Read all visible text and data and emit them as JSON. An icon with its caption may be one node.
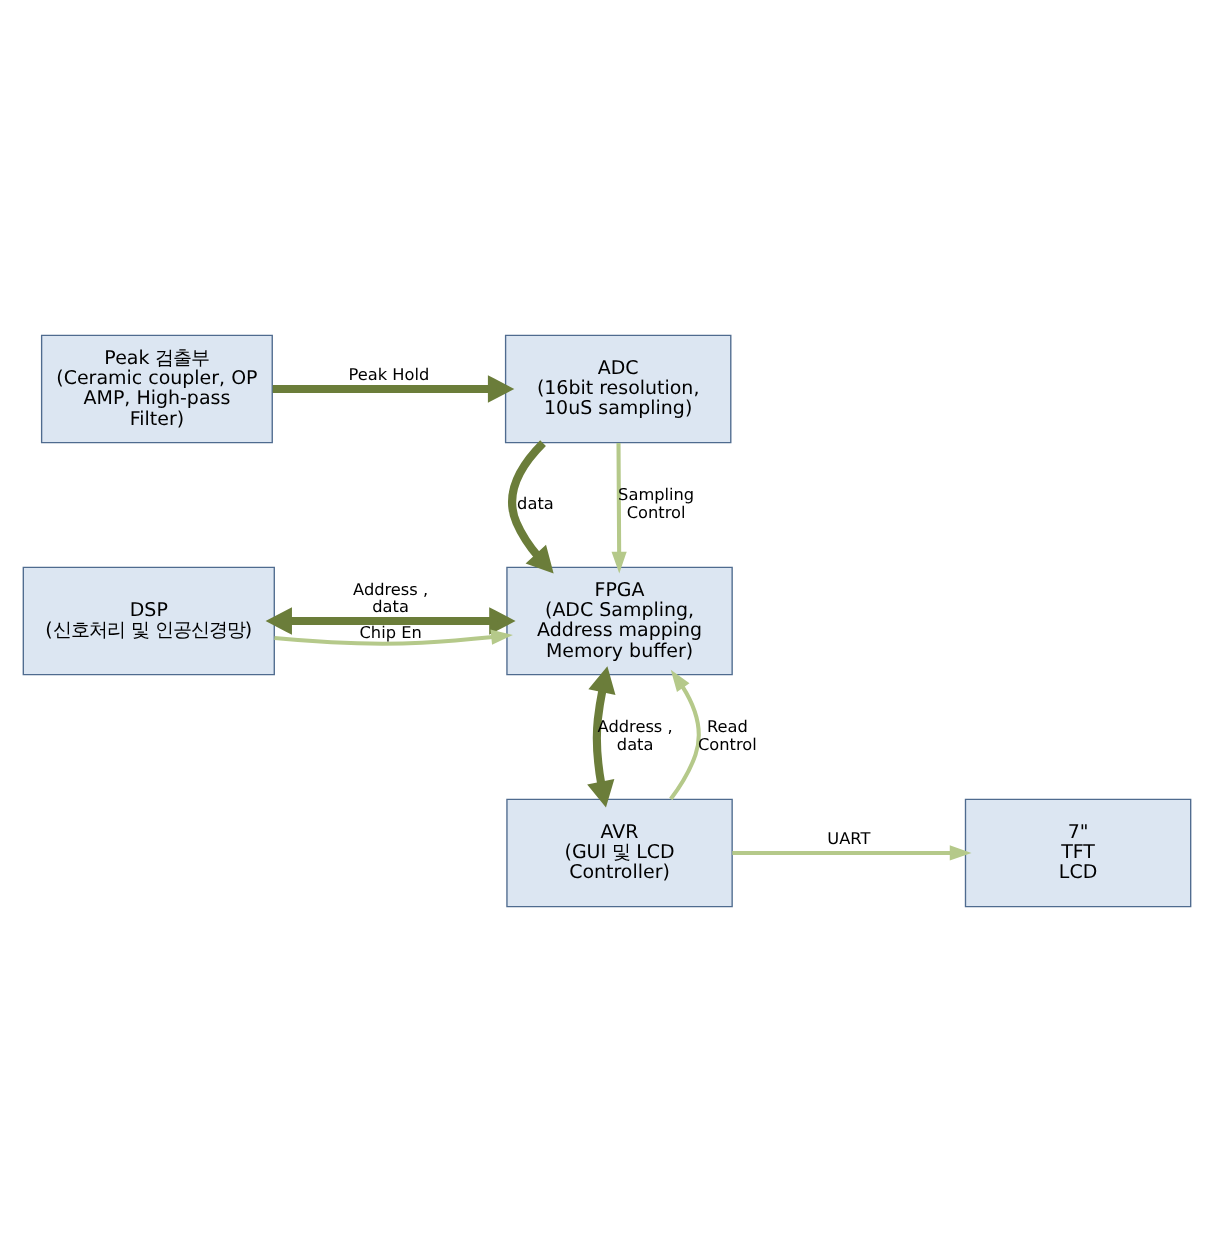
{
  "diagram": {
    "nodes": [
      {
        "text": [
          "Peak 검출부",
          "(Ceramic coupler, OP AMP, High-pass Filter)"
        ]
      },
      {
        "text": [
          "ADC",
          "(16bit resolution, 10uS sampling)"
        ]
      },
      {
        "text": [
          "DSP",
          "(신호처리 및 인공신경망)"
        ]
      },
      {
        "text": [
          "FPGA",
          "(ADC Sampling, Address mapping Memory buffer)"
        ]
      },
      {
        "text": [
          "7\" TFT LCD"
        ]
      },
      {
        "text": [
          "AVR",
          "(GUI 및 LCD Controller)"
        ]
      }
    ],
    "edges": [
      {
        "from": 0,
        "to": 1,
        "arrow": "to",
        "label": "Peak Hold",
        "style": "thick"
      },
      {
        "from": 1,
        "to": 3,
        "arrow": "to",
        "label": "data",
        "style": "thick"
      },
      {
        "from": 1,
        "to": 3,
        "arrow": "to",
        "label": "Sampling Control"
      },
      {
        "from": 2,
        "to": 3,
        "arrow": "both",
        "label": "Address , data",
        "style": "thick"
      },
      {
        "from": 2,
        "to": 3,
        "arrow": "to",
        "label": "Chip En"
      },
      {
        "from": 3,
        "to": 5,
        "arrow": "both",
        "label": "Address , data",
        "style": "thick"
      },
      {
        "from": 5,
        "to": 3,
        "arrow": "to",
        "label": "Read Control"
      },
      {
        "from": 5,
        "to": 4,
        "arrow": "to",
        "label": "UART"
      }
    ]
  }
}
